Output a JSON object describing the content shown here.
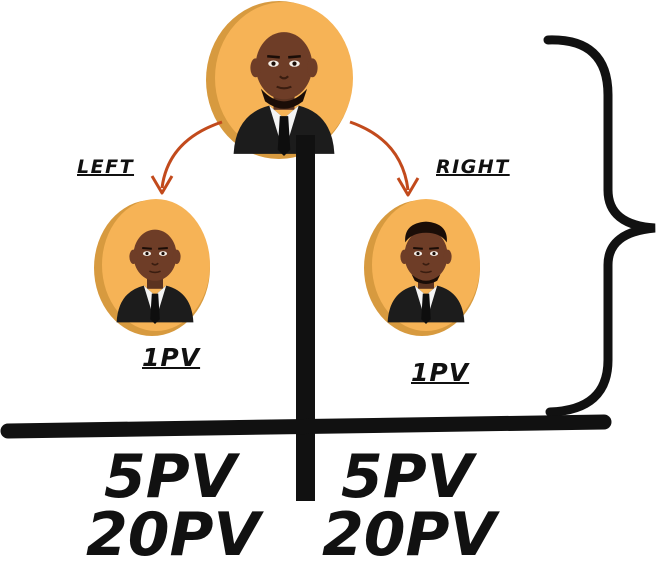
{
  "labels": {
    "left": "LEFT",
    "right": "RIGHT",
    "left_child_pv": "1PV",
    "right_child_pv": "1PV"
  },
  "totals": {
    "left_line1": "5PV",
    "left_line2": "20PV",
    "right_line1": "5PV",
    "right_line2": "20PV"
  },
  "colors": {
    "avatar_fill": "#f6b356",
    "avatar_shadow": "#d79a3f",
    "arrow": "#c24a1c",
    "line": "#111111",
    "skin_dark": "#5b3320",
    "skin_mid": "#7a4630",
    "suit": "#1c1c1c"
  },
  "icons": {
    "top": "person-avatar-icon",
    "left": "person-avatar-icon",
    "right": "person-avatar-icon"
  }
}
